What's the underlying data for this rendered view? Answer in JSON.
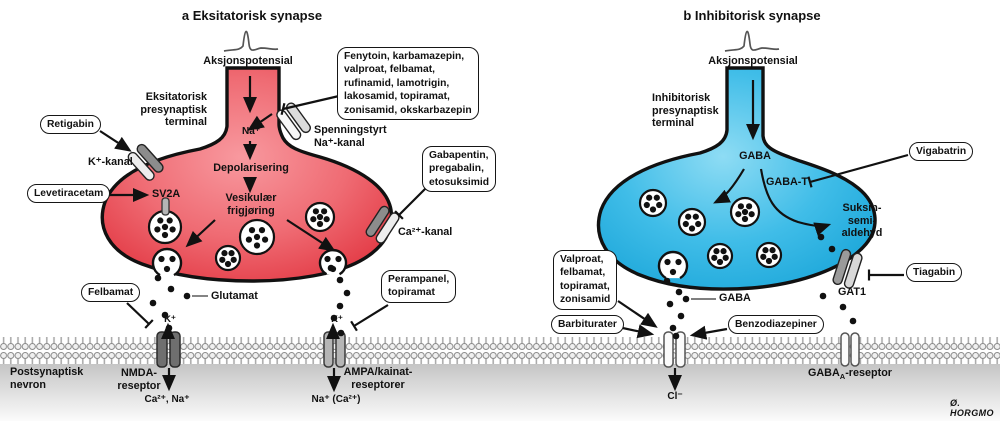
{
  "signature": "Ø. HORGMO",
  "colors": {
    "excitatory_terminal": "#e63a46",
    "excitatory_light": "#f8999f",
    "inhibitory_terminal": "#1ba6d9",
    "inhibitory_light": "#8edcf4",
    "membrane_gray": "#9a9a9a",
    "outline": "#111111"
  },
  "panel_a": {
    "title": "a Eksitatorisk synapse",
    "action_potential": "Aksjonspotensial",
    "terminal_label": "Eksitatorisk\npresynaptisk\nterminal",
    "na_ion": "Na⁺",
    "na_channel": "Spenningstyrt\nNa⁺-kanal",
    "k_channel": "K⁺-kanal",
    "sv2a": "SV2A",
    "depolarization": "Depolarisering",
    "vesicular_release": "Vesikulær\nfrigjøring",
    "glutamate": "Glutamat",
    "ca_channel": "Ca²⁺-kanal",
    "k_out_left": "K⁺",
    "k_out_right": "K⁺",
    "nmda_receptor": "NMDA-\nreseptor",
    "nmda_ions": "Ca²⁺, Na⁺",
    "ampa_receptor": "AMPA/kainat-\nreseptorer",
    "ampa_ions": "Na⁺ (Ca²⁺)",
    "postsynaptic": "Postsynaptisk\nnevron",
    "drugs": {
      "retigabin": "Retigabin",
      "levetiracetam": "Levetiracetam",
      "sodium_blockers": "Fenytoin, karbamazepin,\nvalproat, felbamat,\nrufinamid, lamotrigin,\nlakosamid, topiramat,\nzonisamid, okskarbazepin",
      "gabapentin_group": "Gabapentin,\npregabalin,\netosuksimid",
      "felbamat": "Felbamat",
      "perampanel_group": "Perampanel,\ntopiramat"
    }
  },
  "panel_b": {
    "title": "b Inhibitorisk synapse",
    "action_potential": "Aksjonspotensial",
    "terminal_label": "Inhibitorisk\npresynaptisk\nterminal",
    "gaba_terminal": "GABA",
    "gaba_t": "GABA-T",
    "succinic": "Suksin-\nsemi-\naldehyd",
    "gat1": "GAT1",
    "gaba_cleft": "GABA",
    "cl_ion": "Cl⁻",
    "gaba_a_receptor": {
      "pre": "GABA",
      "sub": "A",
      "post": "-reseptor"
    },
    "drugs": {
      "vigabatrin": "Vigabatrin",
      "tiagabin": "Tiagabin",
      "valproat_group": "Valproat,\nfelbamat,\ntopiramat,\nzonisamid",
      "barbiturater": "Barbiturater",
      "benzodiazepiner": "Benzodiazepiner"
    }
  }
}
